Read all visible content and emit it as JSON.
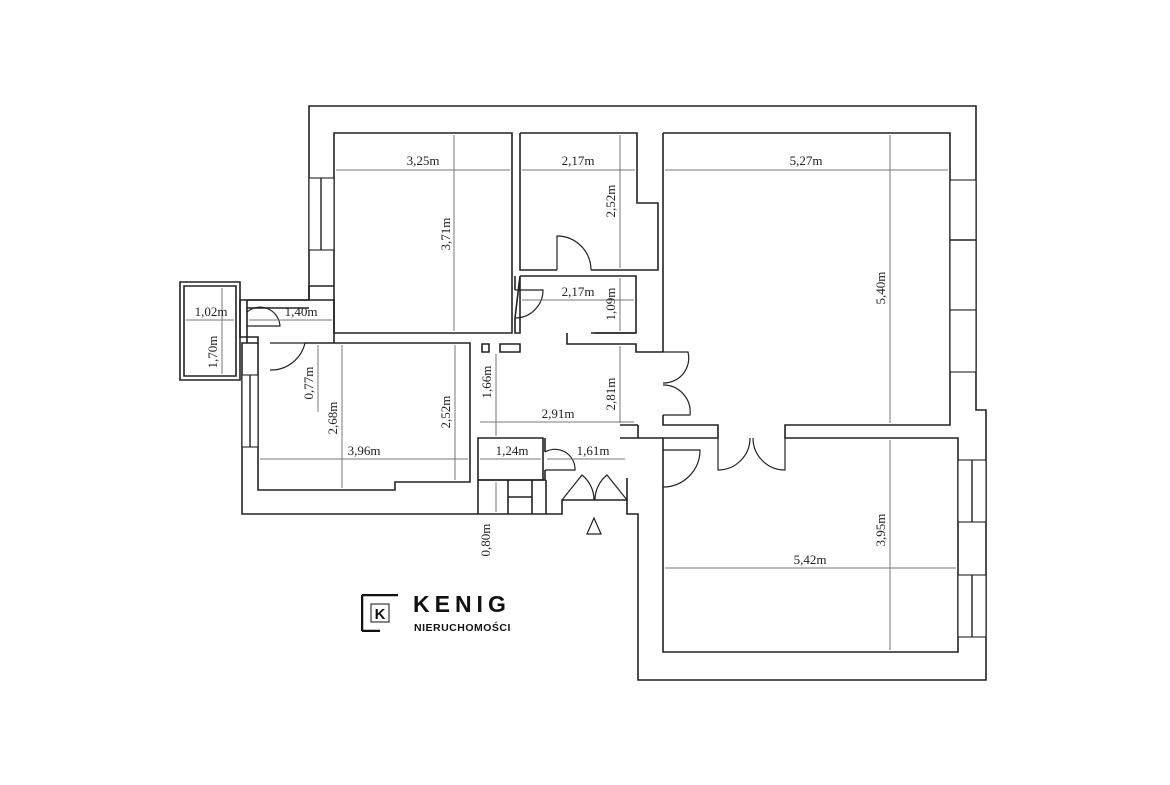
{
  "floor_plan": {
    "dimensions": [
      {
        "id": "room-top-left-width",
        "text": "3,25m",
        "orient": "h"
      },
      {
        "id": "room-top-left-height",
        "text": "3,71m",
        "orient": "v"
      },
      {
        "id": "room-top-mid-width",
        "text": "2,17m",
        "orient": "h"
      },
      {
        "id": "room-top-mid-height",
        "text": "2,52m",
        "orient": "v"
      },
      {
        "id": "room-big-top-width",
        "text": "5,27m",
        "orient": "h"
      },
      {
        "id": "room-big-top-height",
        "text": "5,40m",
        "orient": "v"
      },
      {
        "id": "wc-width",
        "text": "2,17m",
        "orient": "h"
      },
      {
        "id": "wc-height",
        "text": "1,09m",
        "orient": "v"
      },
      {
        "id": "balcony-width",
        "text": "1,02m",
        "orient": "h"
      },
      {
        "id": "balcony-height",
        "text": "1,70m",
        "orient": "v"
      },
      {
        "id": "small-hall-width",
        "text": "1,40m",
        "orient": "h"
      },
      {
        "id": "small-hall-height",
        "text": "0,77m",
        "orient": "v"
      },
      {
        "id": "kitchen-height-left",
        "text": "2,68m",
        "orient": "v"
      },
      {
        "id": "kitchen-height-right",
        "text": "2,52m",
        "orient": "v"
      },
      {
        "id": "kitchen-width",
        "text": "3,96m",
        "orient": "h"
      },
      {
        "id": "hall-height-left",
        "text": "1,66m",
        "orient": "v"
      },
      {
        "id": "hall-width",
        "text": "2,91m",
        "orient": "h"
      },
      {
        "id": "hall-height-right",
        "text": "2,81m",
        "orient": "v"
      },
      {
        "id": "closet-width",
        "text": "1,24m",
        "orient": "h"
      },
      {
        "id": "entry-width",
        "text": "1,61m",
        "orient": "h"
      },
      {
        "id": "entry-depth",
        "text": "0,80m",
        "orient": "v"
      },
      {
        "id": "room-bottom-right-width",
        "text": "5,42m",
        "orient": "h"
      },
      {
        "id": "room-bottom-right-height",
        "text": "3,95m",
        "orient": "v"
      }
    ]
  },
  "logo": {
    "letter": "K",
    "name": "KENIG",
    "tagline": "NIERUCHOMOŚCI"
  }
}
